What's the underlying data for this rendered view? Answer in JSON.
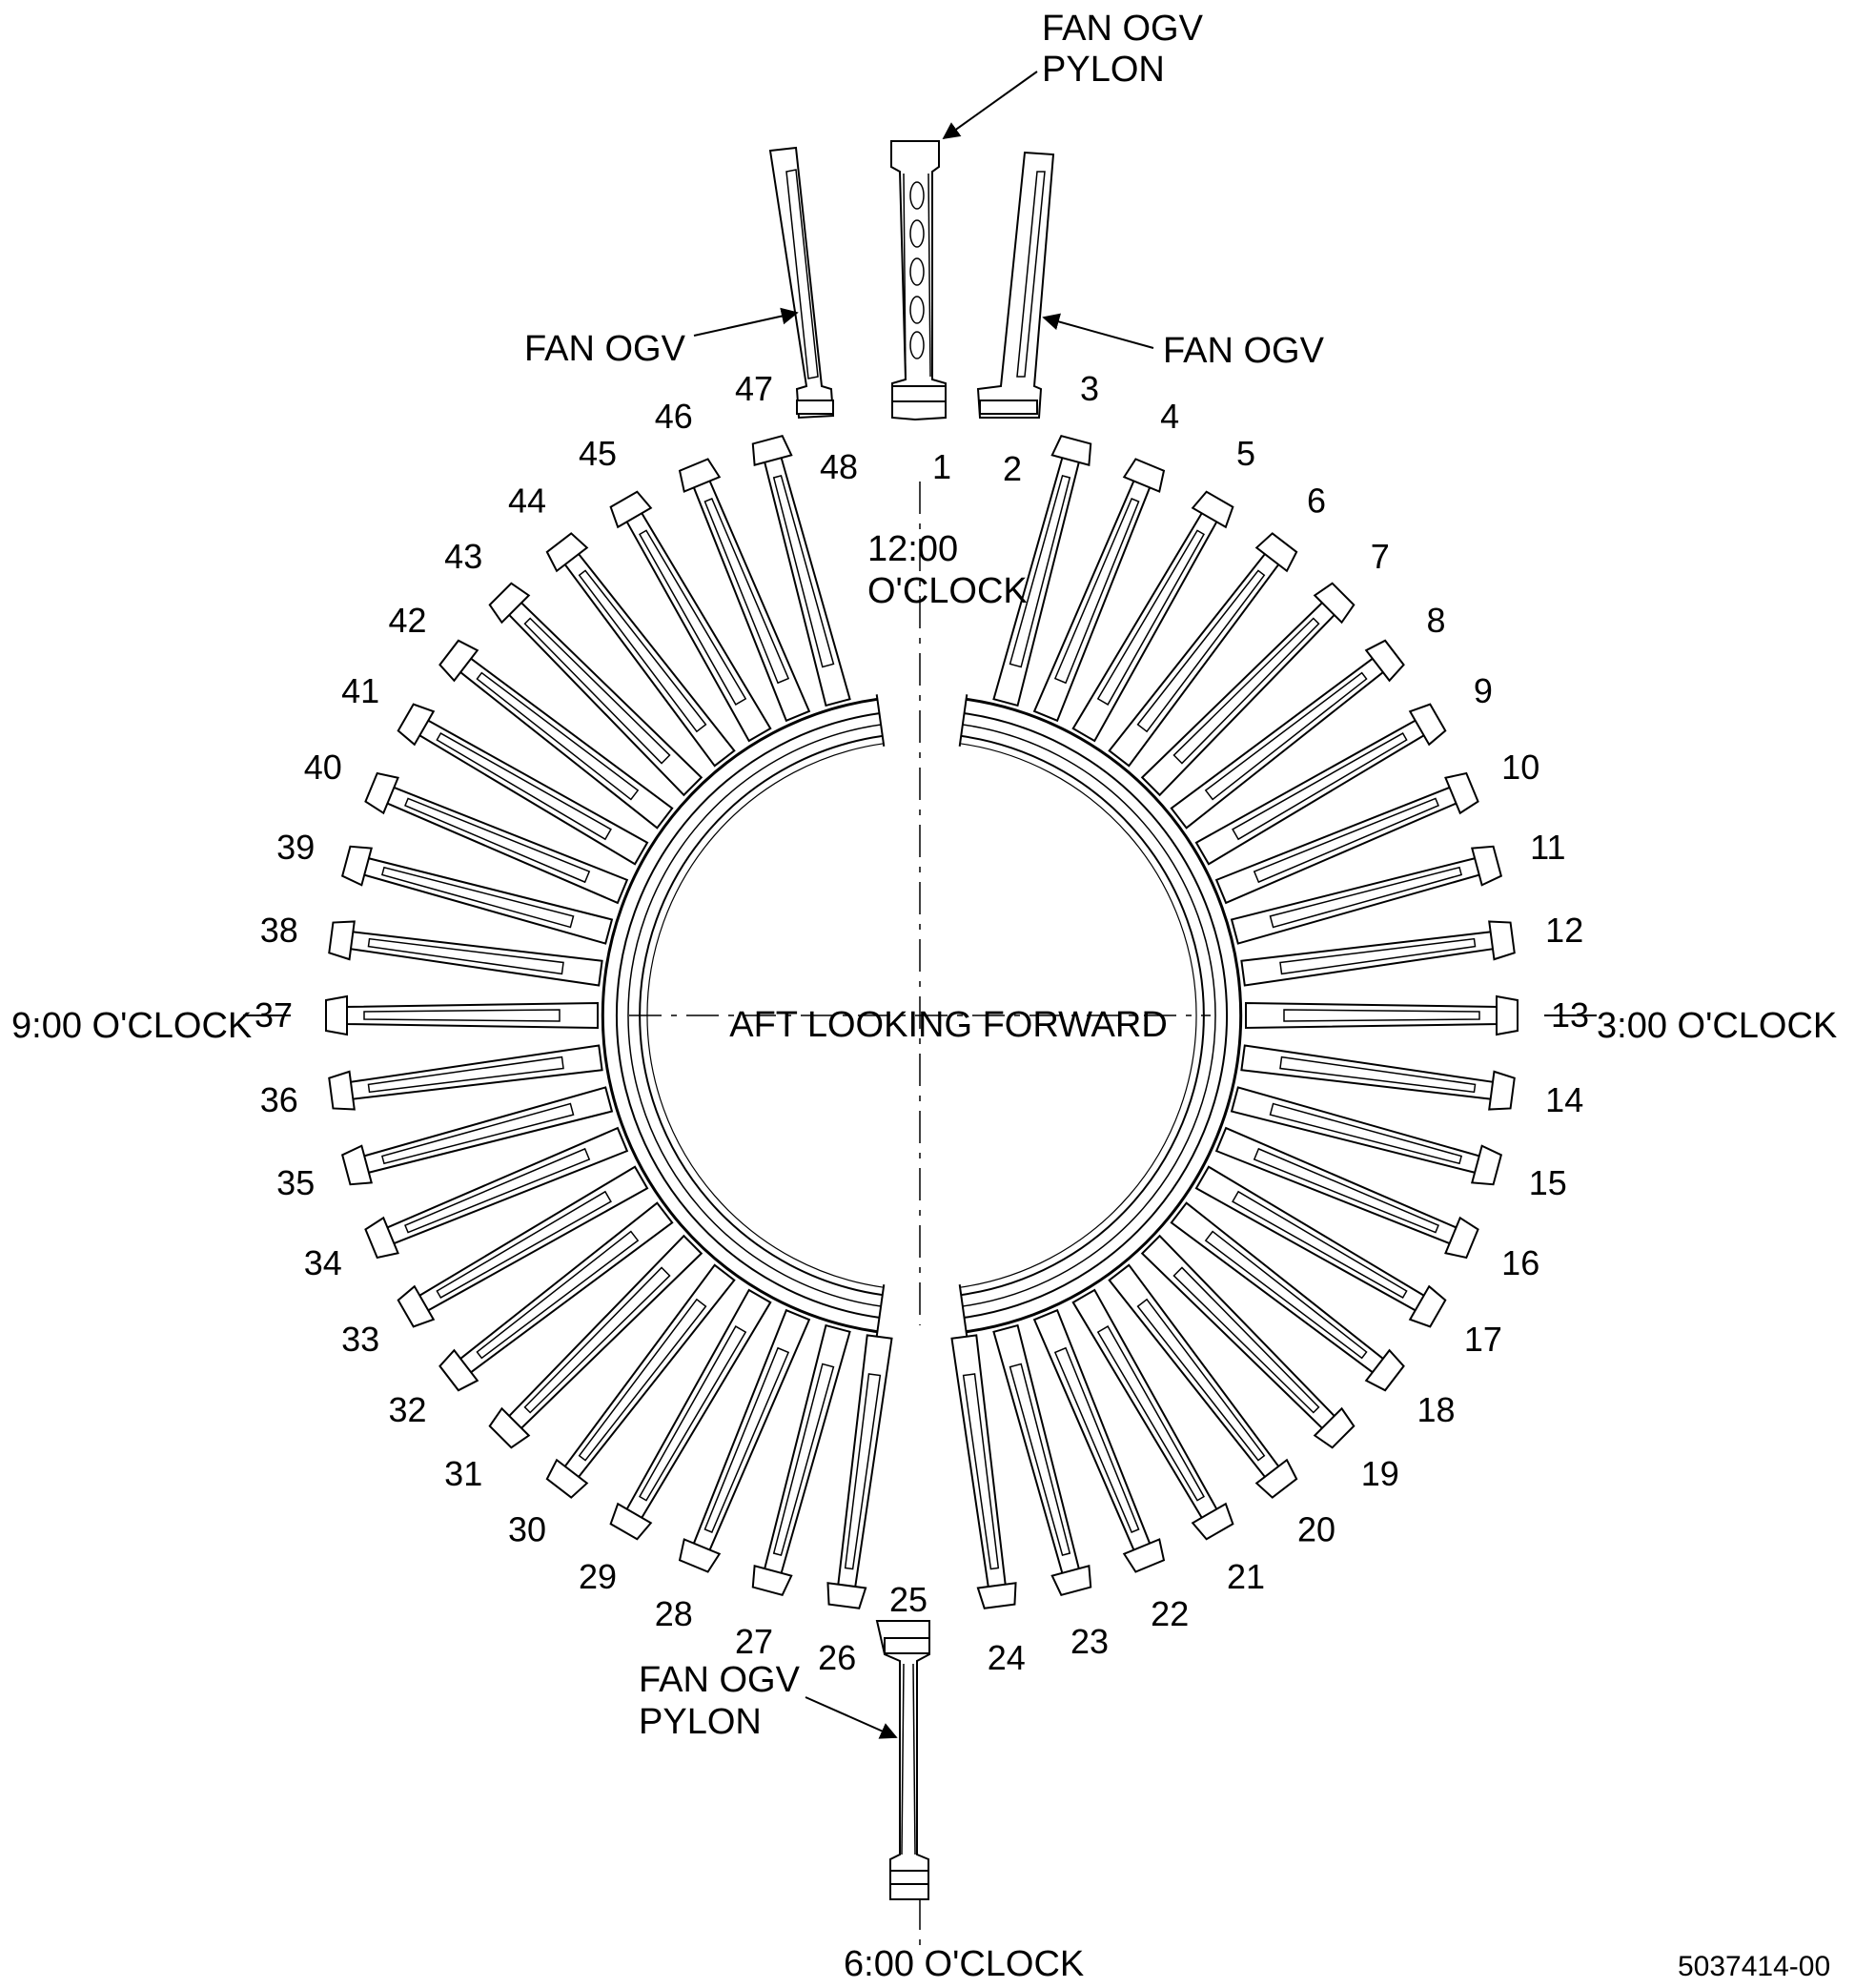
{
  "view_label": "AFT LOOKING FORWARD",
  "clock_positions": {
    "twelve_line1": "12:00",
    "twelve_line2": "O'CLOCK",
    "three": "3:00 O'CLOCK",
    "six": "6:00 O'CLOCK",
    "nine": "9:00 O'CLOCK"
  },
  "callouts": {
    "top_pylon_line1": "FAN OGV",
    "top_pylon_line2": "PYLON",
    "left_ogv": "FAN OGV",
    "right_ogv": "FAN OGV",
    "bottom_pylon_line1": "FAN OGV",
    "bottom_pylon_line2": "PYLON"
  },
  "position_numbers": [
    "1",
    "2",
    "3",
    "4",
    "5",
    "6",
    "7",
    "8",
    "9",
    "10",
    "11",
    "12",
    "13",
    "14",
    "15",
    "16",
    "17",
    "18",
    "19",
    "20",
    "21",
    "22",
    "23",
    "24",
    "25",
    "26",
    "27",
    "28",
    "29",
    "30",
    "31",
    "32",
    "33",
    "34",
    "35",
    "36",
    "37",
    "38",
    "39",
    "40",
    "41",
    "42",
    "43",
    "44",
    "45",
    "46",
    "47",
    "48"
  ],
  "figure_id": "5037414-00"
}
